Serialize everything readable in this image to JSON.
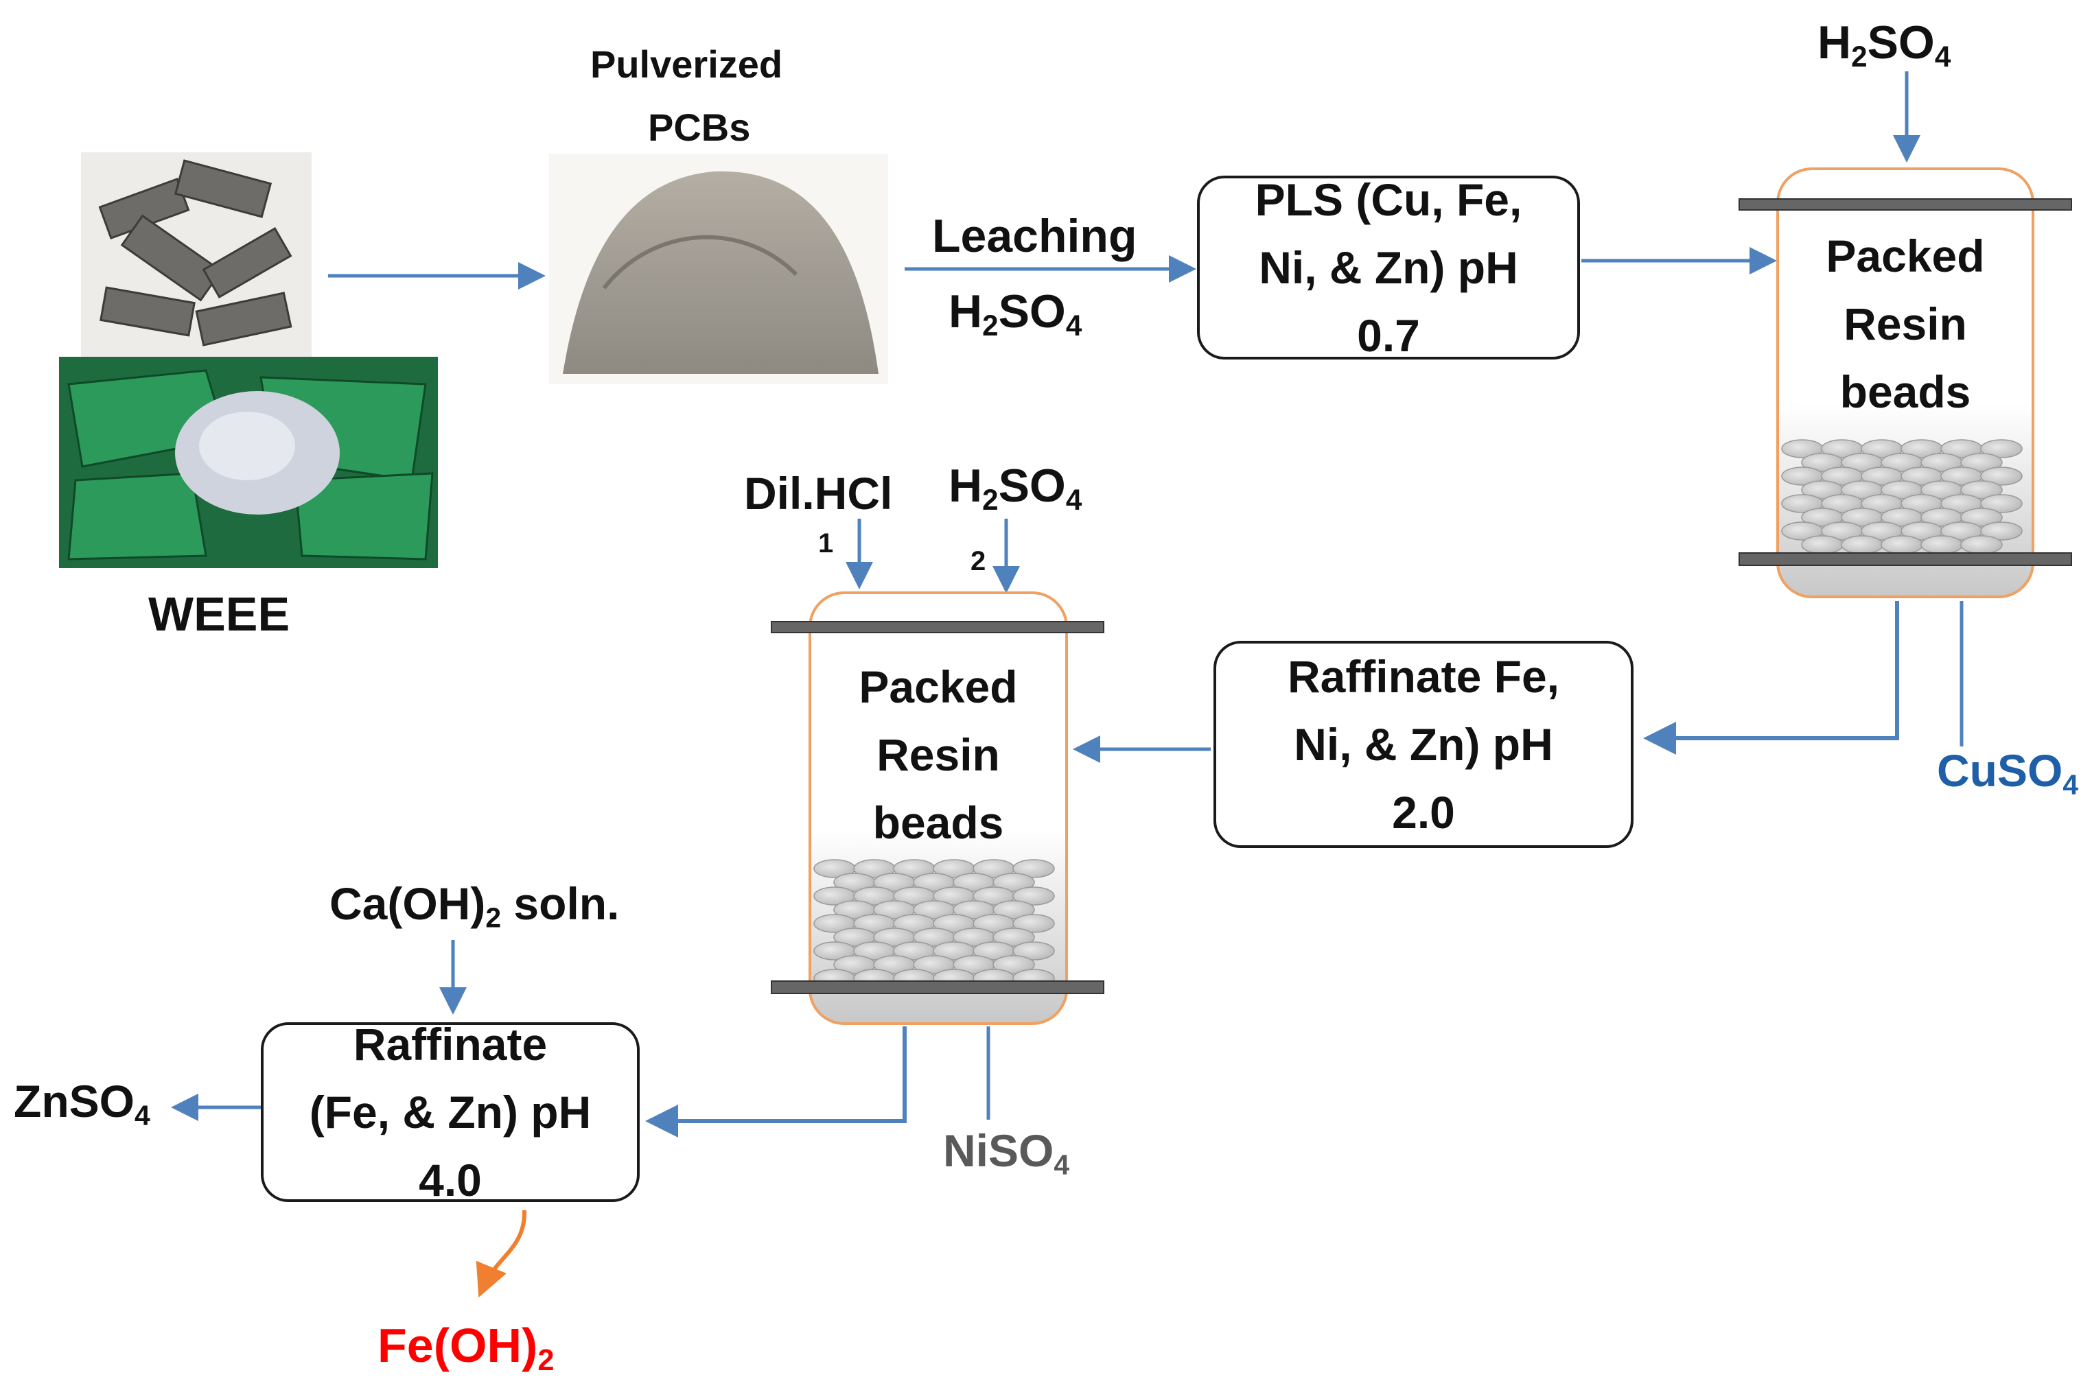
{
  "inputs": {
    "weee": "WEEE",
    "pulverized_line1": "Pulverized",
    "pulverized_line2": "PCBs",
    "leaching": "Leaching"
  },
  "pls_box": {
    "line1": "PLS (Cu, Fe,",
    "line2": "Ni, & Zn) pH",
    "line3": "0.7"
  },
  "column1": {
    "line1": "Packed",
    "line2": "Resin",
    "line3": "beads"
  },
  "column2": {
    "line1": "Packed",
    "line2": "Resin",
    "line3": "beads"
  },
  "raffinate1": {
    "line1": "Raffinate Fe,",
    "line2": "Ni, & Zn) pH",
    "line3": "2.0"
  },
  "raffinate2": {
    "line1": "Raffinate",
    "line2": "(Fe, & Zn) pH",
    "line3": "4.0"
  },
  "reagents": {
    "dil_hcl": "Dil.HCl",
    "step1": "1",
    "step2": "2",
    "caoh_formula": "Ca(OH)",
    "caoh_sub": "2",
    "caoh_suffix": " soln."
  },
  "formulas": {
    "h2so4_h": "H",
    "h2so4_2": "2",
    "h2so4_so": "SO",
    "h2so4_4": "4",
    "cuso4": "CuSO",
    "cuso4_sub": "4",
    "niso4": "NiSO",
    "niso4_sub": "4",
    "znso4": "ZnSO",
    "znso4_sub": "4",
    "feoh": "Fe(OH)",
    "feoh_sub": "2"
  },
  "colors": {
    "arrow": "#4f81bd",
    "column_outline": "#f0a060",
    "cuso4": "#1f5fa8",
    "niso4": "#595959",
    "feoh": "#ff0000",
    "fe_arrow": "#f08030"
  }
}
